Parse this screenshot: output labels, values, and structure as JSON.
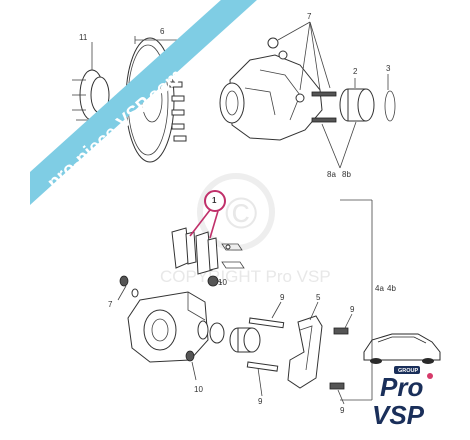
{
  "banner": {
    "text": "pro-piece-VSP.com",
    "color": "#7fcde4"
  },
  "watermark": {
    "text": "COPYRIGHT Pro VSP",
    "symbol": "©"
  },
  "logo": {
    "badge": "GROUP",
    "line1": "Pro",
    "line2": "VSP",
    "primary_color": "#1a2f5a",
    "accent_color": "#d63a6a"
  },
  "callouts": {
    "c1": "1",
    "c2": "2",
    "c3": "3",
    "c4a": "4a",
    "c4b": "4b",
    "c5": "5",
    "c6": "6",
    "c7a": "7",
    "c7b": "7",
    "c8a": "8a",
    "c8b": "8b",
    "c9a": "9",
    "c9b": "9",
    "c9c": "9",
    "c9d": "9",
    "c10a": "10",
    "c10b": "10",
    "c11": "11"
  },
  "highlight_color": "#c0306a"
}
